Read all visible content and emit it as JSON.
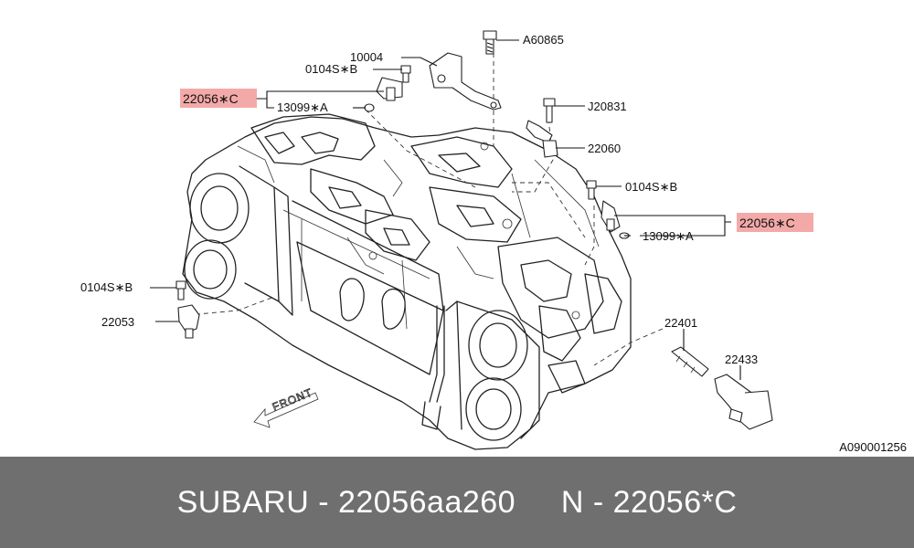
{
  "diagram": {
    "code": "A090001256",
    "front_label": "FRONT",
    "parts": [
      {
        "id": "A60865",
        "label": "A60865",
        "highlighted": false
      },
      {
        "id": "10004",
        "label": "10004",
        "highlighted": false
      },
      {
        "id": "0104S*B-top",
        "label": "0104S∗B",
        "highlighted": false
      },
      {
        "id": "22056*C-top",
        "label": "22056∗C",
        "highlighted": true
      },
      {
        "id": "13099*A-top",
        "label": "13099∗A",
        "highlighted": false
      },
      {
        "id": "J20831",
        "label": "J20831",
        "highlighted": false
      },
      {
        "id": "22060",
        "label": "22060",
        "highlighted": false
      },
      {
        "id": "0104S*B-right",
        "label": "0104S∗B",
        "highlighted": false
      },
      {
        "id": "22056*C-right",
        "label": "22056∗C",
        "highlighted": true
      },
      {
        "id": "13099*A-right",
        "label": "13099∗A",
        "highlighted": false
      },
      {
        "id": "0104S*B-left",
        "label": "0104S∗B",
        "highlighted": false
      },
      {
        "id": "22053",
        "label": "22053",
        "highlighted": false
      },
      {
        "id": "22401",
        "label": "22401",
        "highlighted": false
      },
      {
        "id": "22433",
        "label": "22433",
        "highlighted": false
      }
    ]
  },
  "footer": {
    "brand": "SUBARU",
    "part_number": "22056aa260",
    "ref_text": "N - 22056*C",
    "separator": " - ",
    "gap": "     "
  },
  "colors": {
    "highlight": "#f29a9a",
    "footer_bg": "#6f6f6f",
    "footer_text": "#ffffff"
  }
}
